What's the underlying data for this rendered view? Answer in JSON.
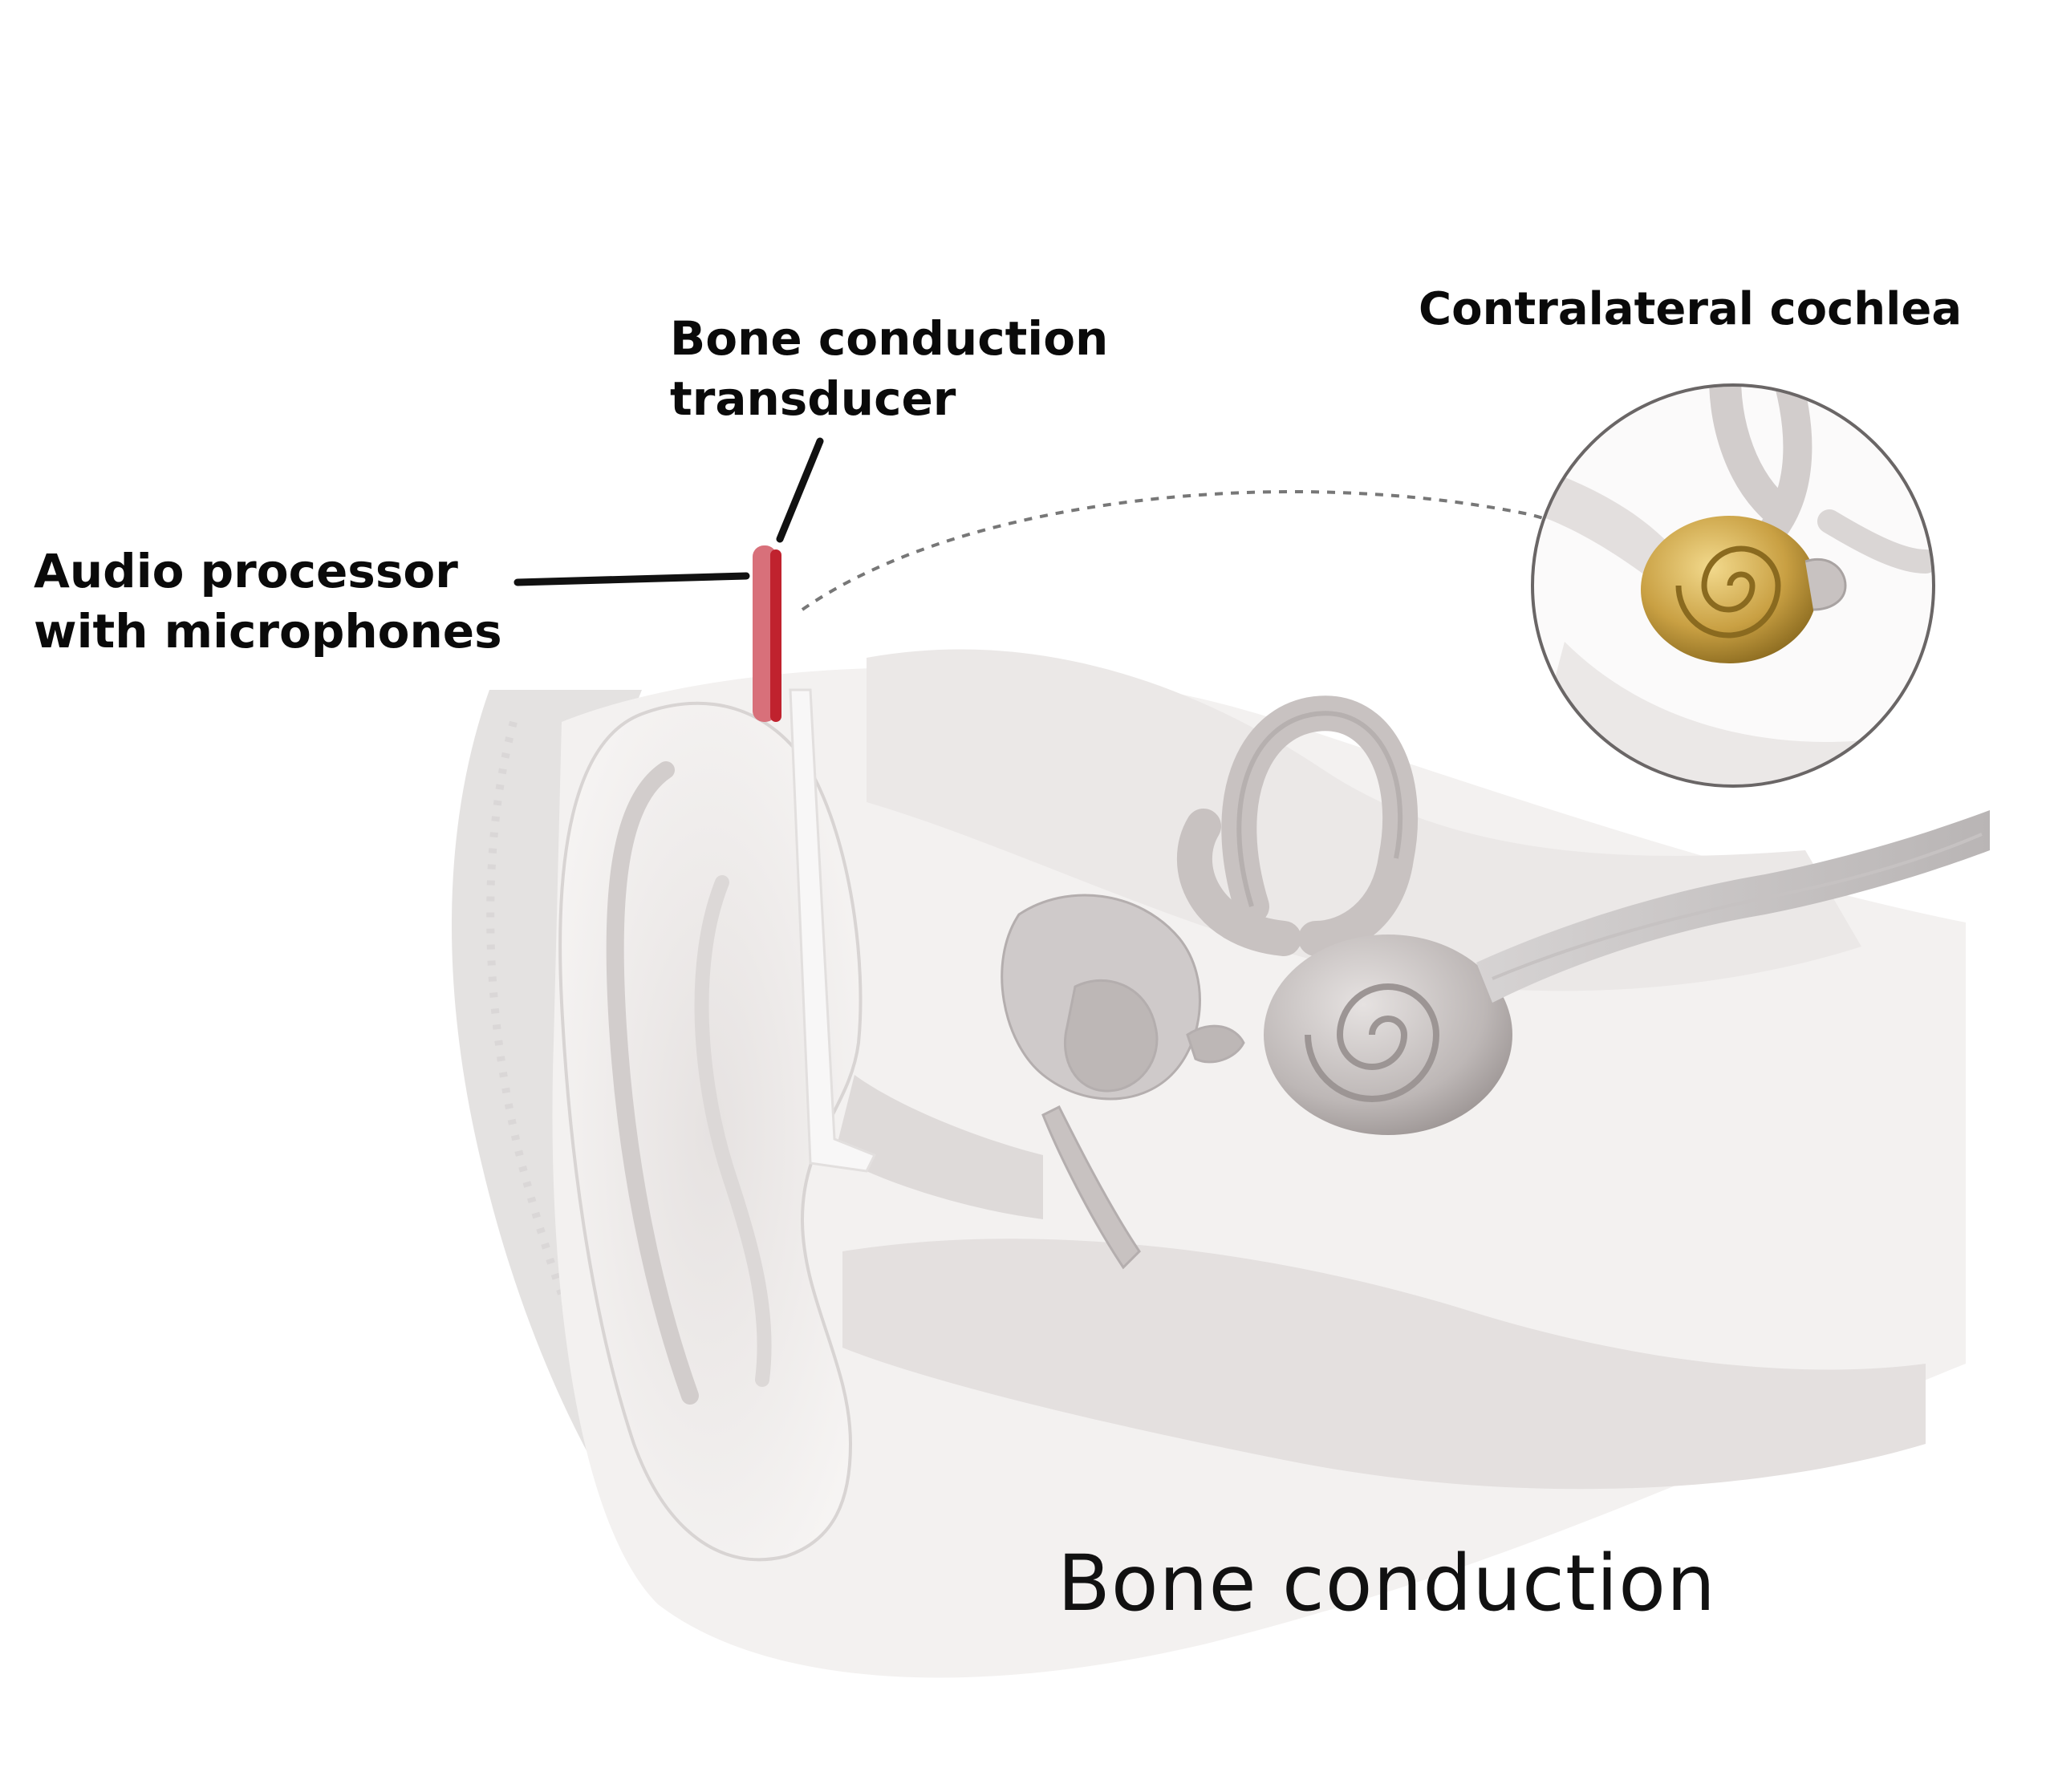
{
  "labels": {
    "transducer": [
      "Bone conduction",
      "transducer"
    ],
    "processor": [
      "Audio processor",
      "with microphones"
    ],
    "contralateral": "Contralateral cochlea",
    "caption": "Bone conduction"
  },
  "colors": {
    "device_red": "#c0222e",
    "device_pink": "#d8707a",
    "cochlea_gold": "#c9a043",
    "anatomy_gray": "#cfcaca",
    "skin": "#ece9e8",
    "leader_line": "#111111",
    "arrow_dash": "#777777"
  },
  "icons": {
    "device": "bone-conduction-device",
    "inset": "contralateral-cochlea-magnifier"
  }
}
